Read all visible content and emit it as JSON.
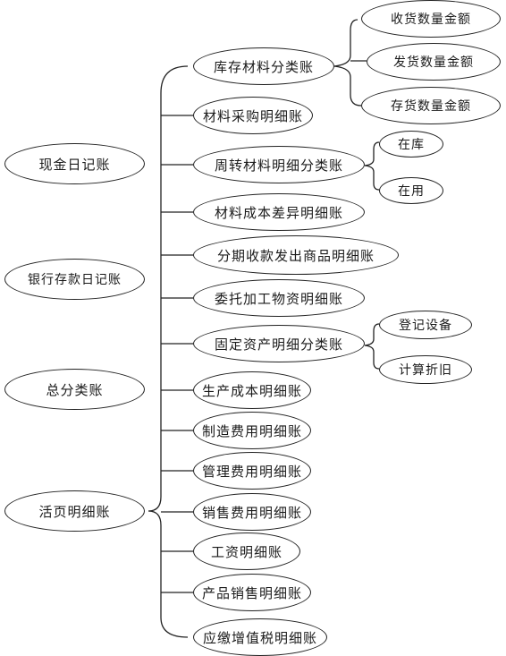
{
  "left_nodes": [
    "现金日记账",
    "银行存款日记账",
    "总分类账",
    "活页明细账"
  ],
  "middle_nodes": [
    "库存材料分类账",
    "材料采购明细账",
    "周转材料明细分类账",
    "材料成本差异明细账",
    "分期收款发出商品明细账",
    "委托加工物资明细账",
    "固定资产明细分类账",
    "生产成本明细账",
    "制造费用明细账",
    "管理费用明细账",
    "销售费用明细账",
    "工资明细账",
    "产品销售明细账",
    "应缴增值税明细账"
  ],
  "inventory_children": [
    "收货数量金额",
    "发货数量金额",
    "存货数量金额"
  ],
  "turnover_children": [
    "在库",
    "在用"
  ],
  "fixed_asset_children": [
    "登记设备",
    "计算折旧"
  ]
}
